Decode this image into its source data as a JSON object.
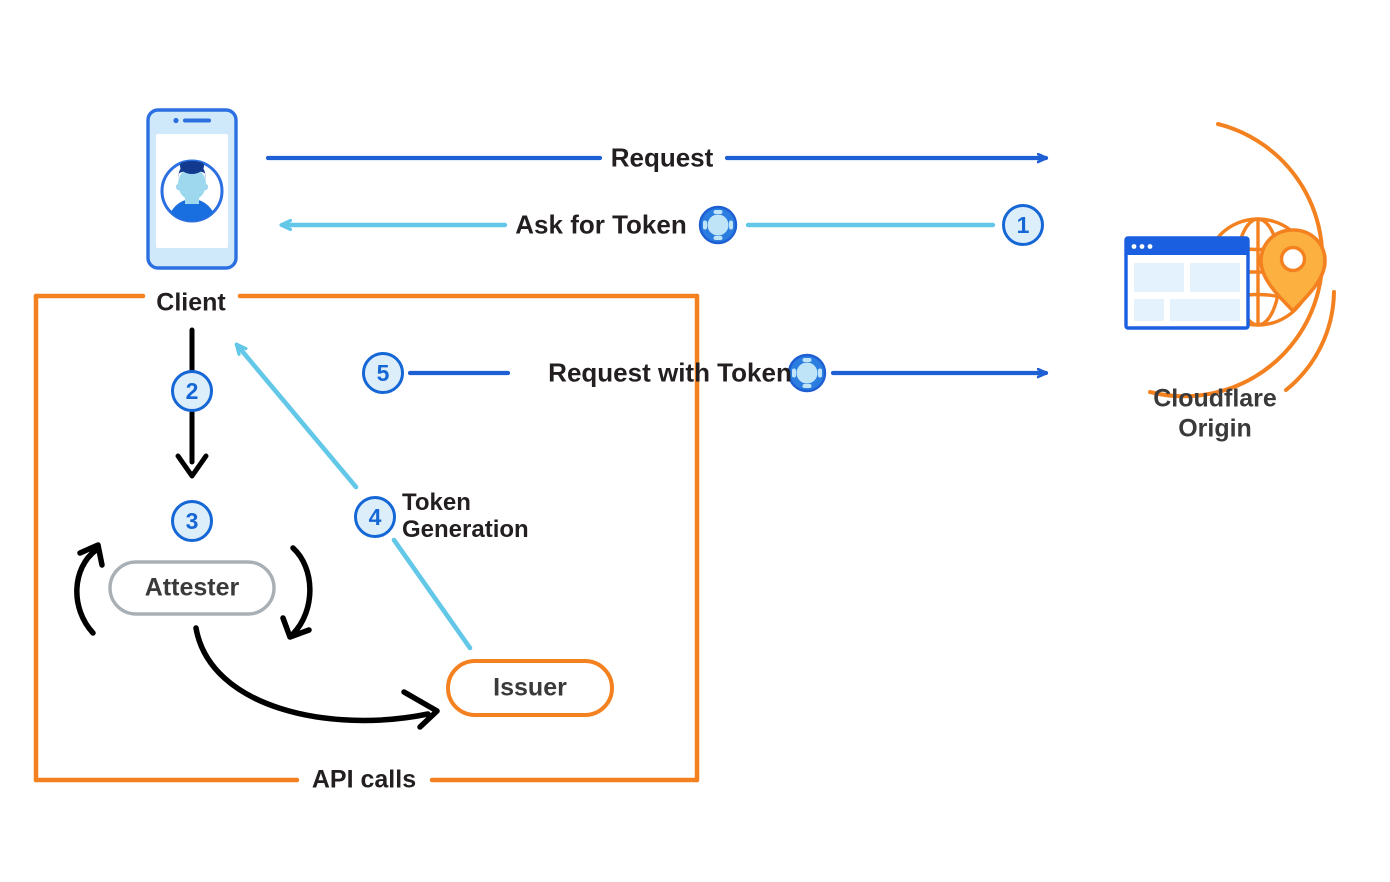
{
  "diagram": {
    "title_elements": {
      "client_label": "Client",
      "api_calls_label": "API calls",
      "cloudflare_label_line1": "Cloudflare",
      "cloudflare_label_line2": "Origin"
    },
    "nodes": [
      {
        "id": "client",
        "label": "Client",
        "kind": "phone-device"
      },
      {
        "id": "attester",
        "label": "Attester",
        "kind": "rounded-box",
        "border_color": "#a9b0b5"
      },
      {
        "id": "issuer",
        "label": "Issuer",
        "kind": "rounded-box",
        "border_color": "#f48120"
      },
      {
        "id": "cloudflare-origin",
        "label": "Cloudflare Origin",
        "kind": "circle-badge",
        "border_color": "#f48120"
      }
    ],
    "flows": [
      {
        "step": null,
        "label": "Request",
        "color": "#1e5fd4",
        "direction": "client-to-origin"
      },
      {
        "step": "1",
        "label": "Ask for Token",
        "color": "#63c8e8",
        "direction": "origin-to-client",
        "has_token_icon": true
      },
      {
        "step": "2",
        "label": "",
        "color": "#000000",
        "direction": "client-to-attester"
      },
      {
        "step": "3",
        "label": "",
        "color": "#000000",
        "direction": "attester-loop"
      },
      {
        "step": "4",
        "label": "Token Generation",
        "color": "#63c8e8",
        "direction": "issuer-to-client"
      },
      {
        "step": "5",
        "label": "Request with Token",
        "color": "#1e5fd4",
        "direction": "client-to-origin",
        "has_token_icon": true
      }
    ],
    "step_numbers": [
      "1",
      "2",
      "3",
      "4",
      "5"
    ],
    "labels": {
      "request": "Request",
      "ask_for_token": "Ask for Token",
      "request_with_token": "Request with Token",
      "token_generation_line1": "Token",
      "token_generation_line2": "Generation"
    },
    "boundary": {
      "label": "API calls",
      "top_label": "Client",
      "color": "#f48120"
    },
    "colors": {
      "brand_orange": "#f48120",
      "deep_blue": "#1e5fd4",
      "ring_blue": "#1667d6",
      "light_cyan": "#63c8e8",
      "pale_blue_fill": "#ddeefb",
      "text_dark": "#231f20",
      "grey_border": "#a9b0b5"
    },
    "icons": {
      "token": "token-icon",
      "phone": "phone-icon",
      "avatar": "avatar-icon",
      "globe": "globe-icon",
      "browser_window": "browser-window-icon",
      "map_pin": "map-pin-icon"
    }
  }
}
